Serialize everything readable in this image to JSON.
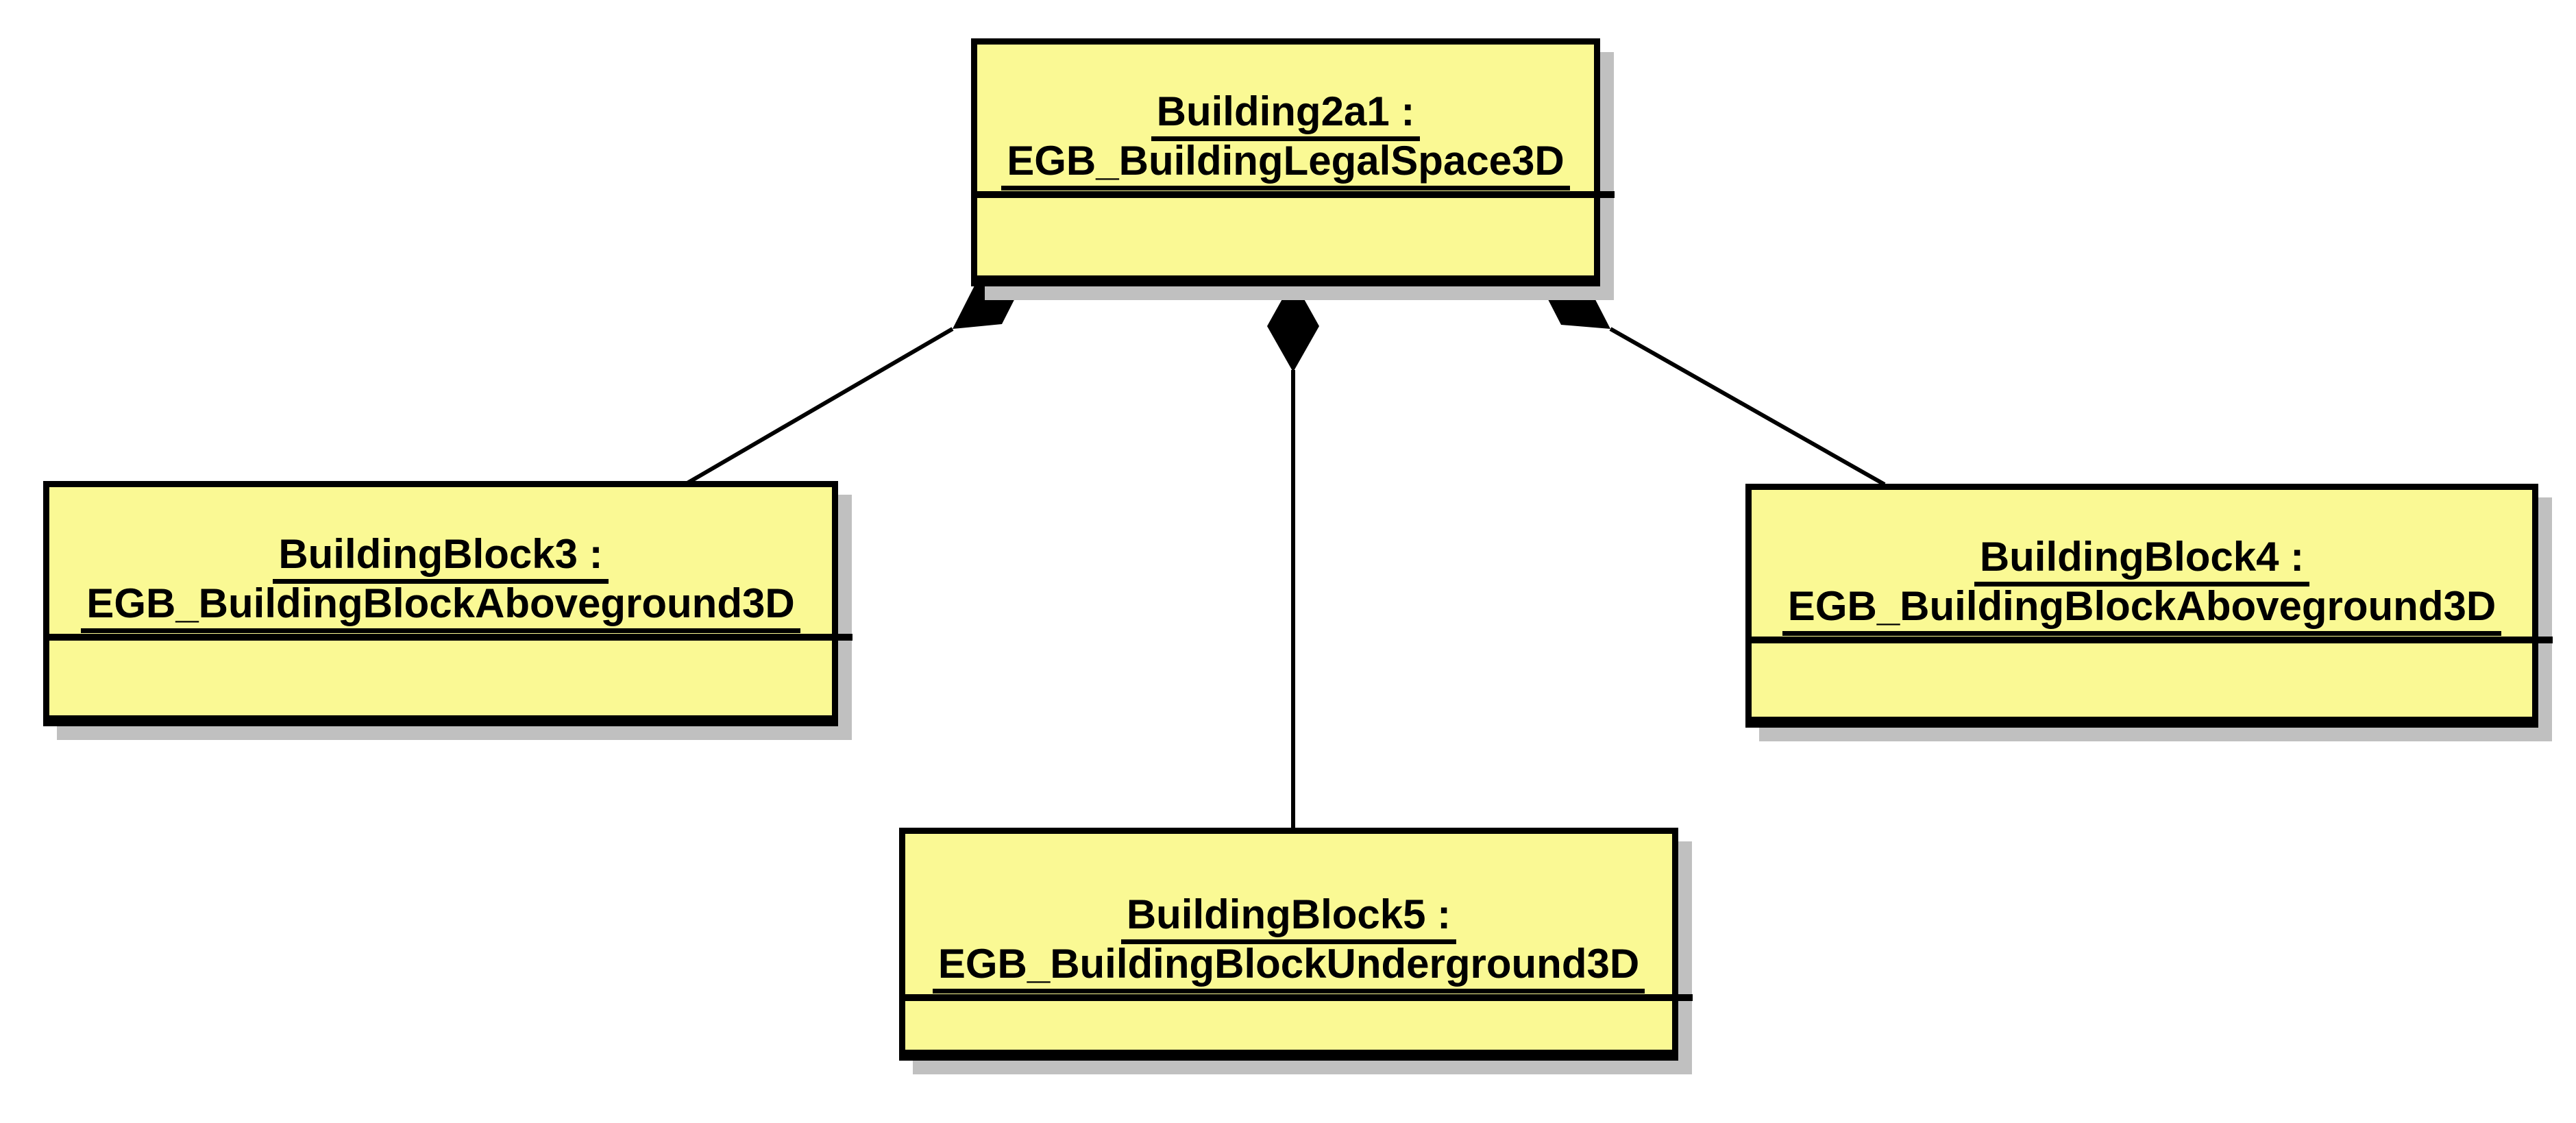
{
  "diagram": {
    "type": "uml-object-diagram",
    "nodes": [
      {
        "id": "building2a1",
        "line1": "Building2a1 :",
        "line2": "EGB_BuildingLegalSpace3D"
      },
      {
        "id": "buildingblock3",
        "line1": "BuildingBlock3 :",
        "line2": "EGB_BuildingBlockAboveground3D"
      },
      {
        "id": "buildingblock4",
        "line1": "BuildingBlock4 :",
        "line2": "EGB_BuildingBlockAboveground3D"
      },
      {
        "id": "buildingblock5",
        "line1": "BuildingBlock5 :",
        "line2": "EGB_BuildingBlockUnderground3D"
      }
    ],
    "edges": [
      {
        "from": "building2a1",
        "to": "buildingblock3",
        "type": "composition"
      },
      {
        "from": "building2a1",
        "to": "buildingblock5",
        "type": "composition"
      },
      {
        "from": "building2a1",
        "to": "buildingblock4",
        "type": "composition"
      }
    ],
    "colors": {
      "node_fill": "#faf994",
      "node_border": "#000000",
      "shadow": "#c0c0c0",
      "connector": "#000000",
      "text": "#000000",
      "background": "#ffffff"
    }
  }
}
